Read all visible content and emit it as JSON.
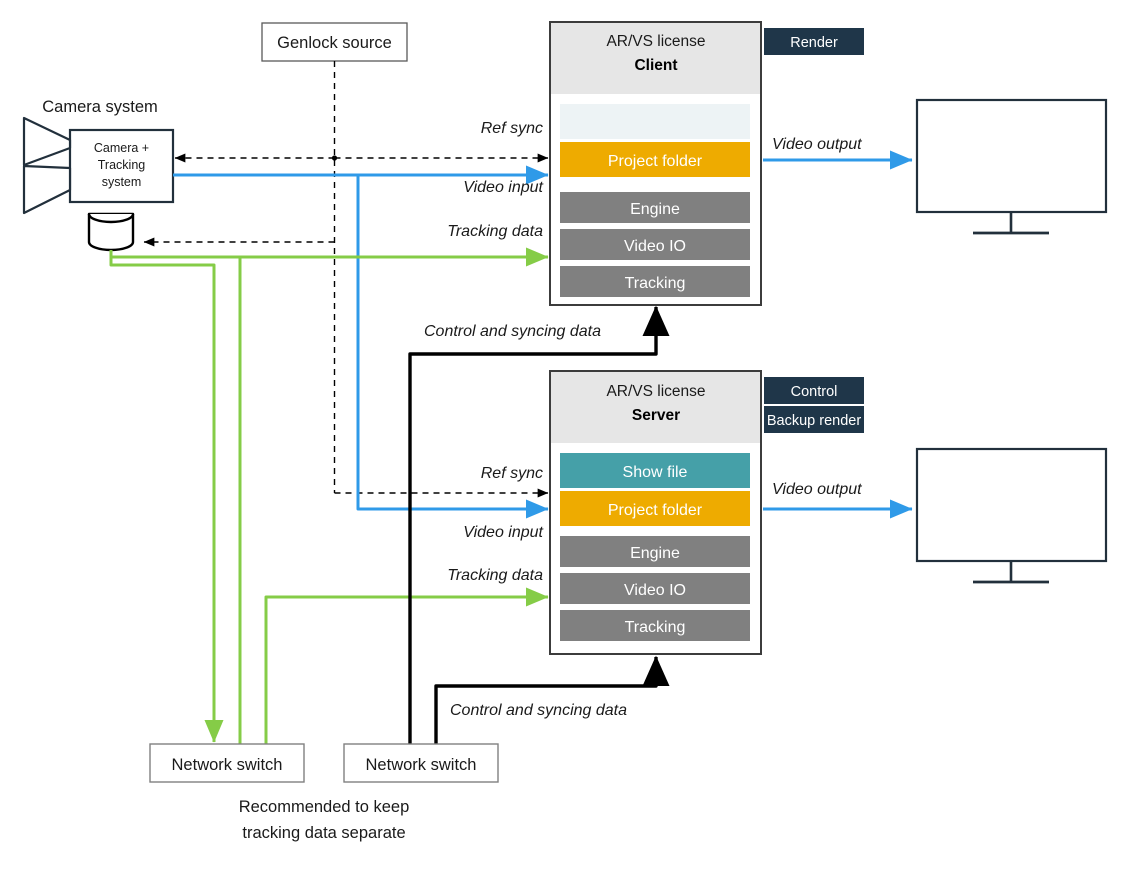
{
  "diagram": {
    "title_nodes": {
      "genlock": "Genlock source",
      "camera_system": "Camera system",
      "camera_box_line1": "Camera +",
      "camera_box_line2": "Tracking",
      "camera_box_line3": "system",
      "network_switch_left": "Network switch",
      "network_switch_right": "Network switch",
      "footnote_line1": "Recommended to keep",
      "footnote_line2": "tracking data separate"
    },
    "client": {
      "license_label": "AR/VS license",
      "role_label": "Client",
      "rows": [
        {
          "label": "",
          "fill": "#edf3f5",
          "text_color": "#edf3f5"
        },
        {
          "label": "Project folder",
          "fill": "#eeab00",
          "text_color": "#ffffff"
        },
        {
          "label": "Engine",
          "fill": "#808080",
          "text_color": "#ffffff"
        },
        {
          "label": "Video IO",
          "fill": "#808080",
          "text_color": "#ffffff"
        },
        {
          "label": "Tracking",
          "fill": "#808080",
          "text_color": "#ffffff"
        }
      ],
      "badges": [
        {
          "label": "Render",
          "fill": "#1f3649"
        }
      ]
    },
    "server": {
      "license_label": "AR/VS license",
      "role_label": "Server",
      "rows": [
        {
          "label": "Show file",
          "fill": "#45a0a8",
          "text_color": "#ffffff"
        },
        {
          "label": "Project folder",
          "fill": "#eeab00",
          "text_color": "#ffffff"
        },
        {
          "label": "Engine",
          "fill": "#808080",
          "text_color": "#ffffff"
        },
        {
          "label": "Video IO",
          "fill": "#808080",
          "text_color": "#ffffff"
        },
        {
          "label": "Tracking",
          "fill": "#808080",
          "text_color": "#ffffff"
        }
      ],
      "badges": [
        {
          "label": "Control",
          "fill": "#1f3649"
        },
        {
          "label": "Backup render",
          "fill": "#1f3649"
        }
      ]
    },
    "connection_labels": {
      "ref_sync_top": "Ref sync",
      "video_input_top": "Video input",
      "tracking_data_top": "Tracking data",
      "video_output_top": "Video output",
      "control_sync_top": "Control and syncing data",
      "ref_sync_bottom": "Ref sync",
      "video_input_bottom": "Video input",
      "tracking_data_bottom": "Tracking data",
      "video_output_bottom": "Video output",
      "control_sync_bottom": "Control and syncing data"
    },
    "colors": {
      "video_blue": "#2f9ae8",
      "tracking_green": "#85cc47",
      "control_black": "#000000",
      "genlock_dashed": "#000000",
      "header_grey": "#e6e6e6",
      "device_outline": "#22303c",
      "switch_outline": "#808080",
      "badge_navy": "#1f3649",
      "project_orange": "#eeab00",
      "showfile_teal": "#45a0a8",
      "module_grey": "#808080",
      "empty_row": "#edf3f5"
    }
  }
}
